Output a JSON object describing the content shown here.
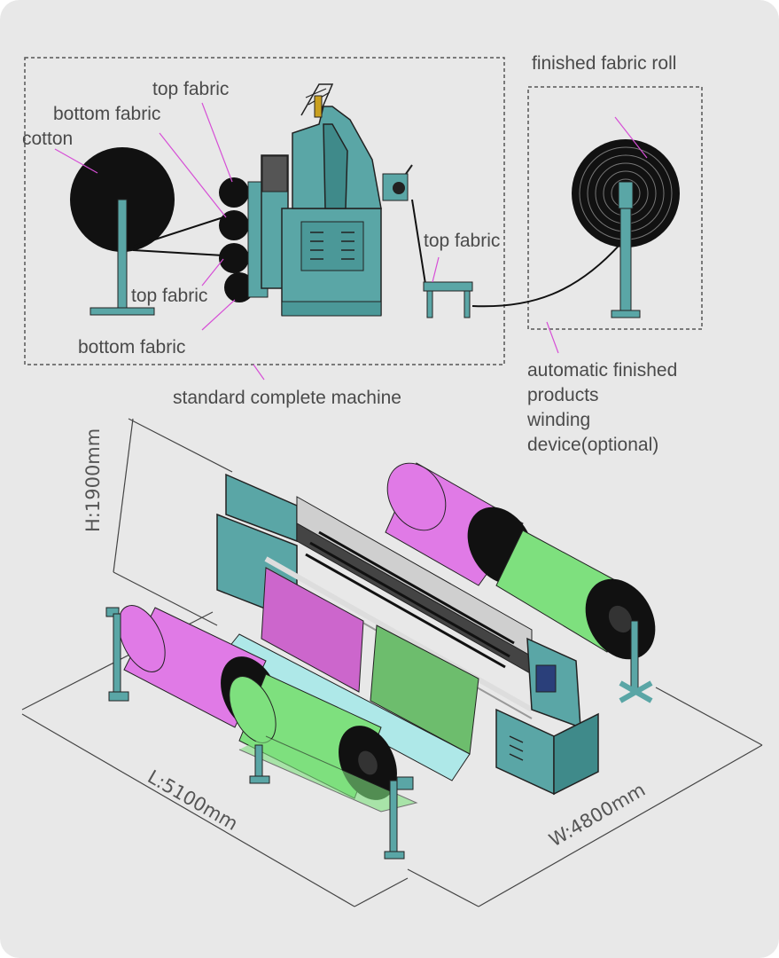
{
  "top_diagram": {
    "labels": {
      "top_fabric_1": "top fabric",
      "bottom_fabric_1": "bottom fabric",
      "cotton": "cotton",
      "top_fabric_2": "top fabric",
      "bottom_fabric_2": "bottom fabric",
      "top_fabric_3": "top fabric",
      "standard_machine": "standard complete machine",
      "finished_roll": "finished fabric roll",
      "winding_device": [
        "automatic finished",
        "products",
        "winding",
        "device(optional)"
      ]
    }
  },
  "dimensions": {
    "height": "H:1900mm",
    "length": "L:5100mm",
    "width": "W:4800mm"
  },
  "colors": {
    "machine_steel": "#5aa6a6",
    "magenta_roll": "#e07ae6",
    "green_roll": "#7ee07e",
    "leader_lines": "#d64fd6"
  }
}
